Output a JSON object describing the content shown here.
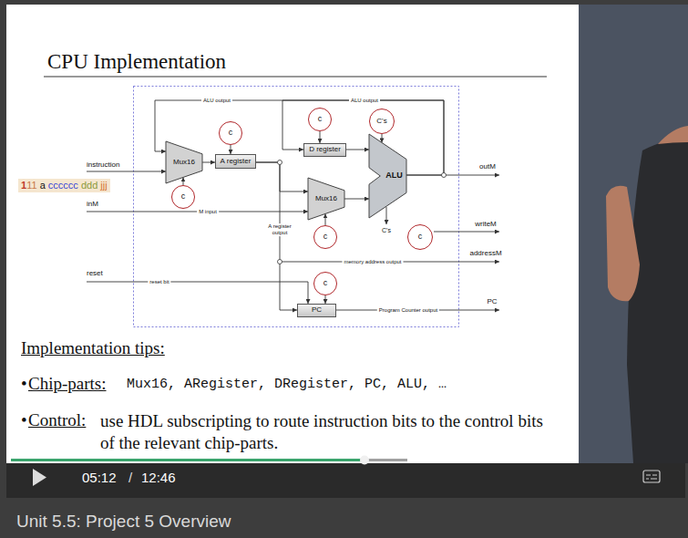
{
  "diagram": {
    "title": "CPU Implementation",
    "caption": "Unit 5.5: Project 5 Overview",
    "nodes": [
      {
        "text": [
          "c"
        ]
      },
      {
        "text": [
          "C's"
        ]
      },
      {
        "text": [
          "c"
        ]
      },
      {
        "text": [
          "D register"
        ]
      },
      {
        "text": [
          "Mux16"
        ]
      },
      {
        "text": [
          "A register"
        ]
      },
      {
        "text": [
          "ALU"
        ]
      },
      {
        "text": [
          "Mux16"
        ]
      },
      {
        "text": [
          "c"
        ]
      },
      {
        "text": [
          "c"
        ]
      },
      {
        "text": [
          "c"
        ]
      },
      {
        "text": [
          "c"
        ]
      },
      {
        "text": [
          "PC"
        ]
      }
    ],
    "edges": [
      {
        "from": 0,
        "to": 3,
        "arrow": "to"
      },
      {
        "from": 1,
        "to": 6,
        "arrow": "to"
      },
      {
        "from": 2,
        "to": 5,
        "arrow": "to"
      },
      {
        "from": 3,
        "to": 6,
        "arrow": "to"
      },
      {
        "from": 8,
        "to": 4,
        "arrow": "to"
      },
      {
        "from": 4,
        "to": 5,
        "arrow": "to"
      },
      {
        "from": 5,
        "to": 7,
        "arrow": "to"
      },
      {
        "from": 7,
        "to": 6,
        "arrow": "to"
      },
      {
        "from": 9,
        "to": 7,
        "arrow": "to"
      },
      {
        "from": 11,
        "to": 12,
        "arrow": "to"
      },
      {
        "from": 6,
        "to": 4,
        "arrow": "to"
      },
      {
        "from": 6,
        "to": 3,
        "arrow": "to"
      },
      {
        "from": 5,
        "to": 12,
        "arrow": "to"
      }
    ],
    "labels": [
      "ALU output",
      "ALU output",
      "instruction",
      "111 a cccccc ddd jjj",
      "inM",
      "M input",
      "A register output",
      "C's",
      "outM",
      "writeM",
      "addressM",
      "memory address output",
      "reset",
      "reset bit",
      "Program Counter output",
      "PC",
      "Implementation tips:",
      "•",
      "Chip-parts:",
      "Mux16, ARegister, DRegister, PC, ALU, …",
      "•",
      "Control:",
      "use HDL subscripting to route instruction bits to the control bits of the relevant chip-parts.",
      "05:12",
      "/",
      "12:46"
    ]
  }
}
